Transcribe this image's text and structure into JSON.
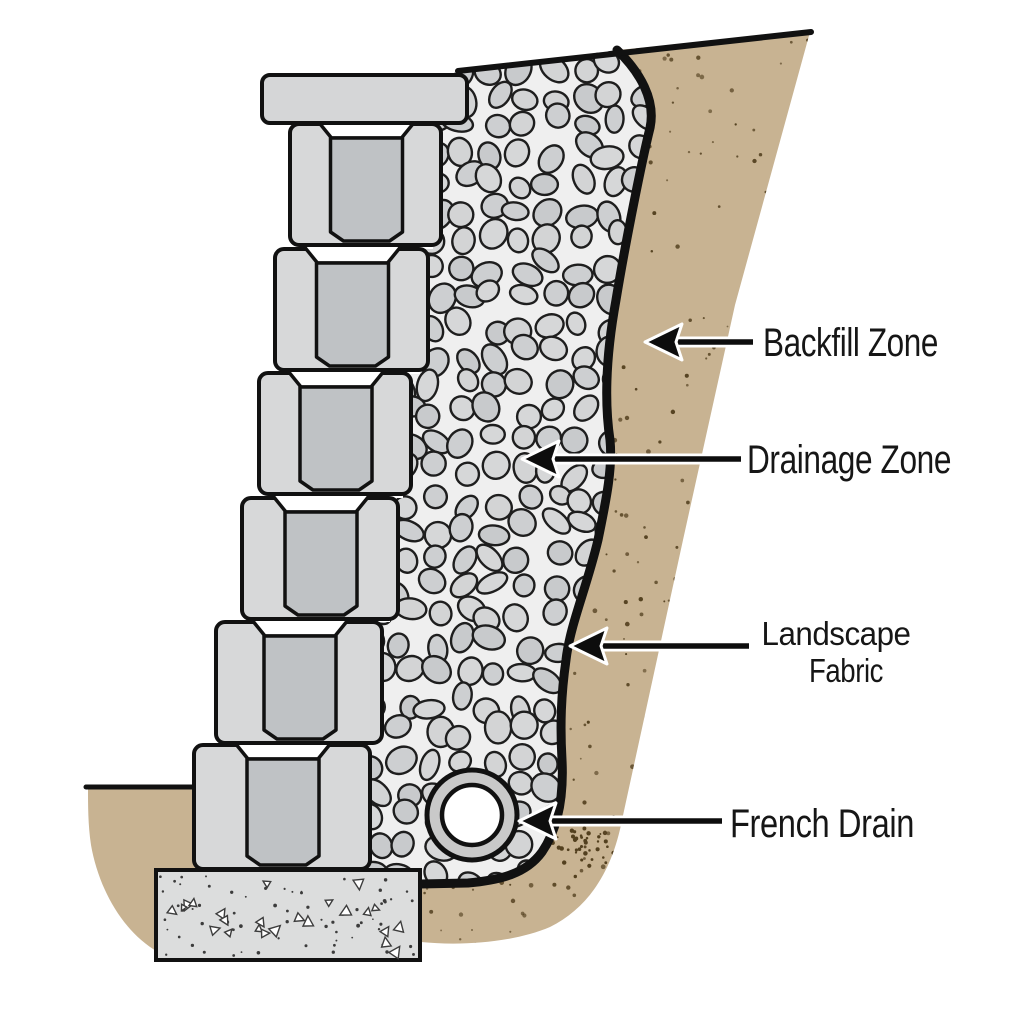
{
  "diagram": {
    "subject": "retaining-wall-cross-section",
    "labels": {
      "backfill": "Backfill Zone",
      "drainage": "Drainage Zone",
      "fabric_line1": "Landscape",
      "fabric_line2": "Fabric",
      "french": "French Drain"
    },
    "colors": {
      "background": "#ffffff",
      "soil": "#c8b392",
      "soil_speckle": "#53401f",
      "gravel_bg": "#efefef",
      "pebble_stroke": "#1e1e1e",
      "outline": "#111111",
      "block_light": "#d7d8d9",
      "block_panel": "#bfc2c5",
      "cap_fill": "#d5d6d7",
      "footing_fill": "#dcdddd",
      "footing_speckle": "#3c3c3c",
      "pipe_ring": "#c9c9c9",
      "pipe_inner": "#ffffff",
      "text": "#161616",
      "arrow": "#0d0d0d",
      "arrow_casing": "#ffffff"
    },
    "pebble_fills": [
      "#d6d7d8",
      "#cdcfd1",
      "#d3d4d5",
      "#c8cacc"
    ]
  }
}
